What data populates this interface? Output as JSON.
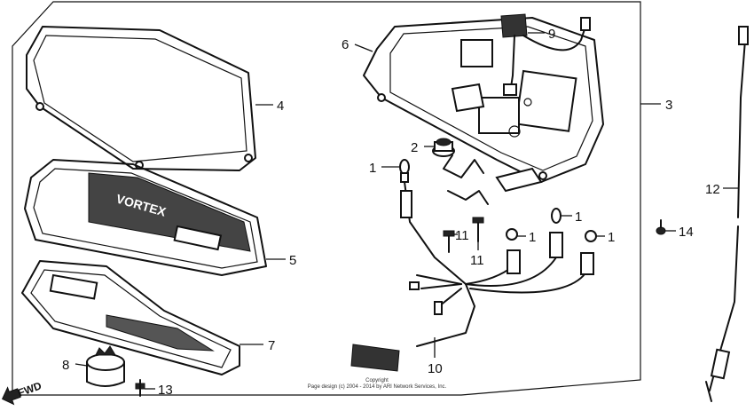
{
  "callouts": {
    "c1a": "1",
    "c1b": "1",
    "c1c": "1",
    "c1d": "1",
    "c2": "2",
    "c3": "3",
    "c4": "4",
    "c5": "5",
    "c6": "6",
    "c7": "7",
    "c8": "8",
    "c9": "9",
    "c10": "10",
    "c11a": "11",
    "c11b": "11",
    "c12": "12",
    "c13": "13",
    "c14": "14"
  },
  "fwd_label": "FWD",
  "copyright": {
    "line1": "Copyright",
    "line2": "Page design (c) 2004 - 2014 by ARI Network Services, Inc."
  },
  "lens_text": "VORTEX",
  "colors": {
    "ink": "#111111",
    "paper": "#ffffff"
  }
}
